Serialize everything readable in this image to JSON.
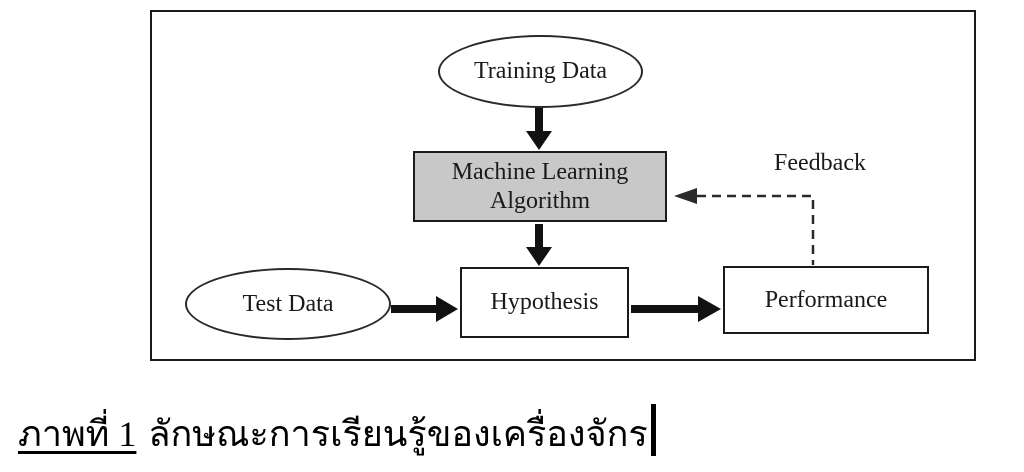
{
  "diagram": {
    "nodes": {
      "training_data": "Training Data",
      "ml_algorithm": "Machine Learning Algorithm",
      "test_data": "Test Data",
      "hypothesis": "Hypothesis",
      "performance": "Performance"
    },
    "feedback_label": "Feedback",
    "edges": [
      {
        "from": "training_data",
        "to": "ml_algorithm",
        "style": "solid-thick"
      },
      {
        "from": "ml_algorithm",
        "to": "hypothesis",
        "style": "solid-thick"
      },
      {
        "from": "test_data",
        "to": "hypothesis",
        "style": "solid-thick"
      },
      {
        "from": "hypothesis",
        "to": "performance",
        "style": "solid-thick"
      },
      {
        "from": "performance",
        "to": "ml_algorithm",
        "style": "dashed",
        "label": "Feedback"
      }
    ],
    "colors": {
      "background": "#ffffff",
      "frame_border": "#1a1a1a",
      "ml_box_fill": "#c8c8c8",
      "shape_fill": "#ffffff",
      "arrow": "#111111"
    }
  },
  "caption": {
    "figure_label": "ภาพที่ 1",
    "text": "ลักษณะการเรียนรู้ของเครื่องจักร"
  }
}
